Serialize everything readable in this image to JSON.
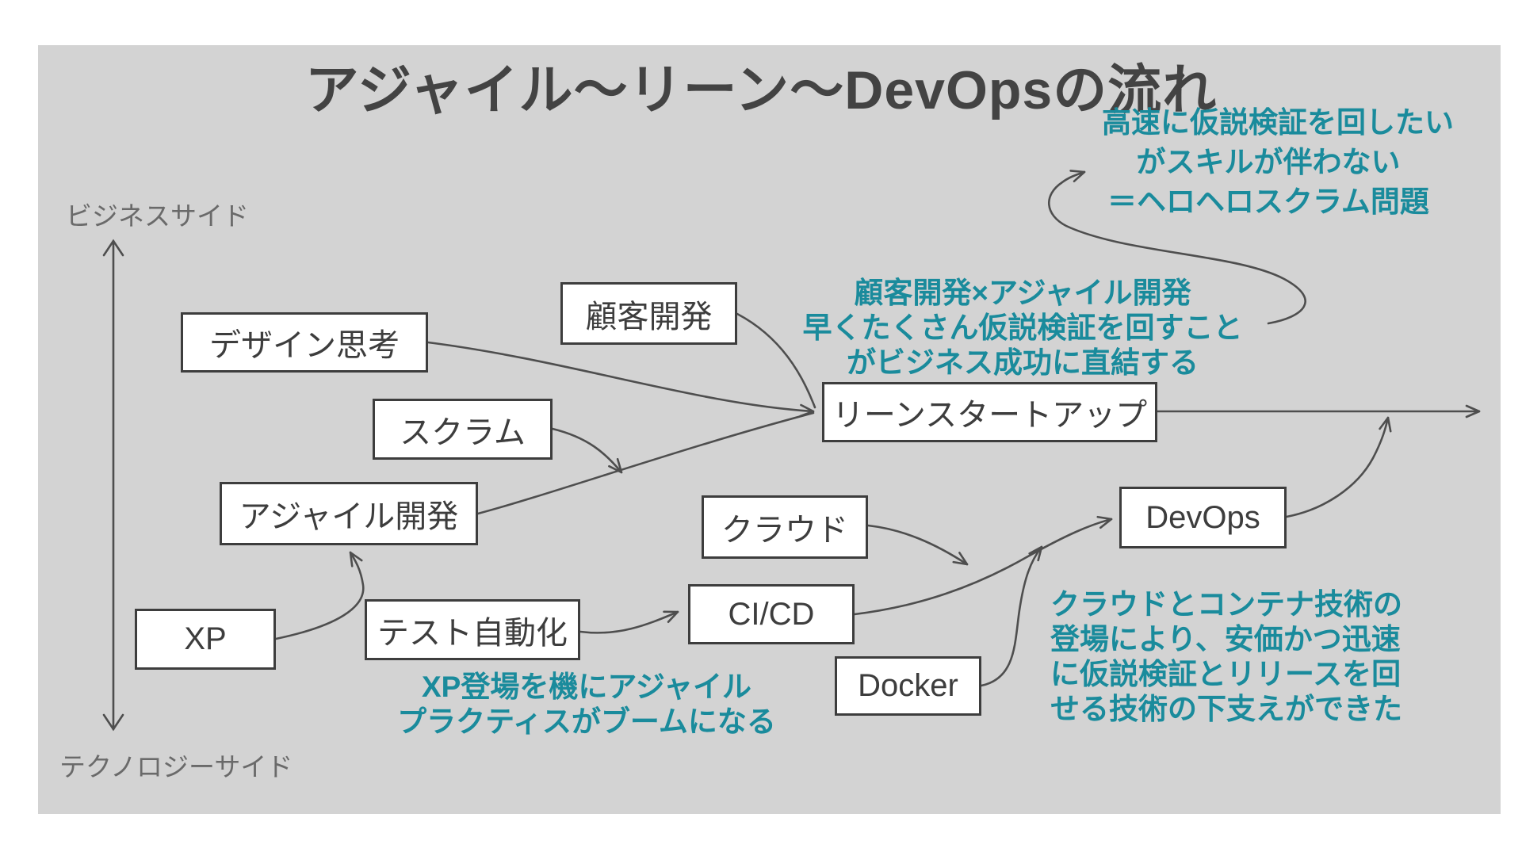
{
  "title": "アジャイル〜リーン〜DevOpsの流れ",
  "axis": {
    "business_side": "ビジネスサイド",
    "technology_side": "テクノロジーサイド"
  },
  "nodes": {
    "design_thinking": "デザイン思考",
    "customer_development": "顧客開発",
    "scrum": "スクラム",
    "agile_development": "アジャイル開発",
    "xp": "XP",
    "test_automation": "テスト自動化",
    "cloud": "クラウド",
    "cicd": "CI/CD",
    "docker": "Docker",
    "lean_startup": "リーンスタートアップ",
    "devops": "DevOps"
  },
  "annotations": {
    "hero_hero_scrum": {
      "lines": [
        "高速に仮説検証を回したい",
        "がスキルが伴わない",
        "＝ヘロヘロスクラム問題"
      ]
    },
    "lean_success": {
      "lines": [
        "顧客開発×アジャイル開発",
        "早くたくさん仮説検証を回すこと",
        "がビジネス成功に直結する"
      ]
    },
    "xp_boom": {
      "lines": [
        "XP登場を機にアジャイル",
        "プラクティスがブームになる"
      ]
    },
    "cloud_container": {
      "lines": [
        "クラウドとコンテナ技術の",
        "登場により、安価かつ迅速",
        "に仮説検証とリリースを回",
        "せる技術の下支えができた"
      ]
    }
  },
  "colors": {
    "panel_background": "#d3d3d3",
    "box_border": "#3d3d3d",
    "accent_teal": "#1a8b9c",
    "arrow": "#4e4e4e"
  }
}
